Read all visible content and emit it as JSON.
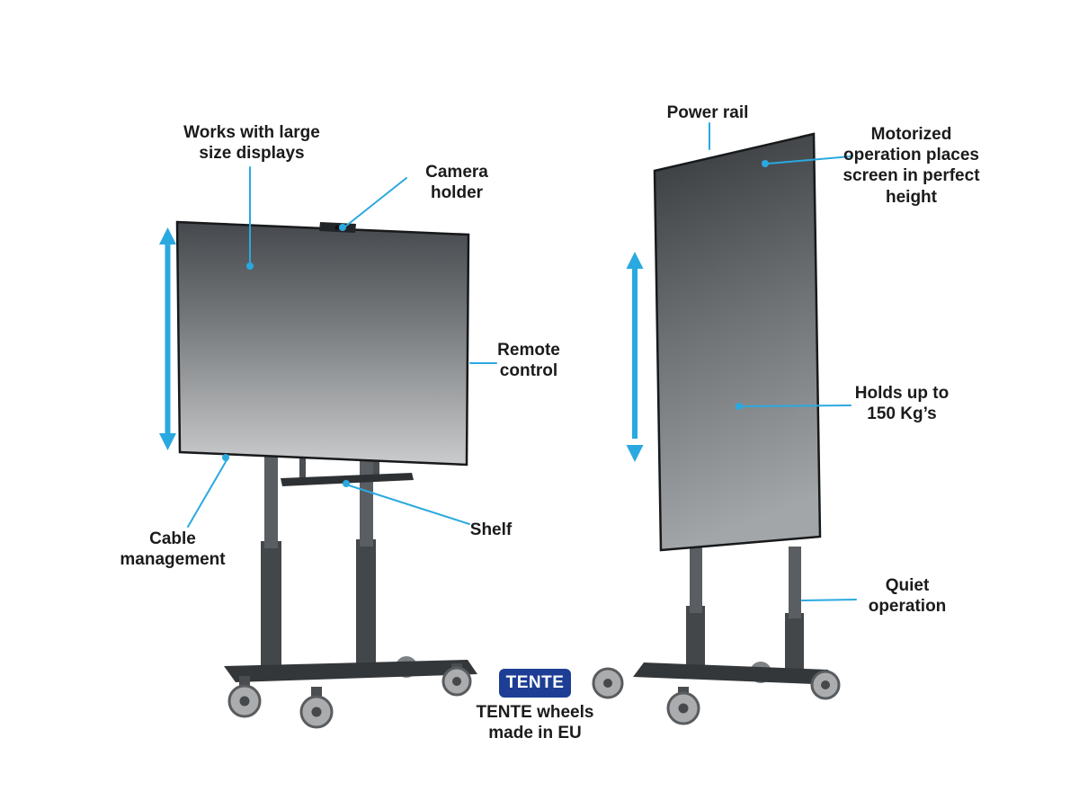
{
  "colors": {
    "accent_cyan": "#2aa9e0",
    "label_text": "#1b1b1b",
    "tente_blue": "#1d3e94",
    "background": "#ffffff"
  },
  "callouts": {
    "works_with": "Works with large\nsize displays",
    "camera_holder": "Camera holder",
    "power_rail": "Power rail",
    "motorized": "Motorized\noperation places\nscreen in perfect\nheight",
    "remote_control": "Remote\ncontrol",
    "holds_up_to": "Holds up to\n150 Kg’s",
    "cable_management": "Cable\nmanagement",
    "shelf": "Shelf",
    "quiet_operation": "Quiet\noperation"
  },
  "badge": {
    "logo_text": "TENTE",
    "caption": "TENTE wheels\nmade in EU"
  },
  "icons": {
    "height_arrow_left": "double-headed-vertical-arrow",
    "height_arrow_right": "double-headed-vertical-arrow"
  }
}
